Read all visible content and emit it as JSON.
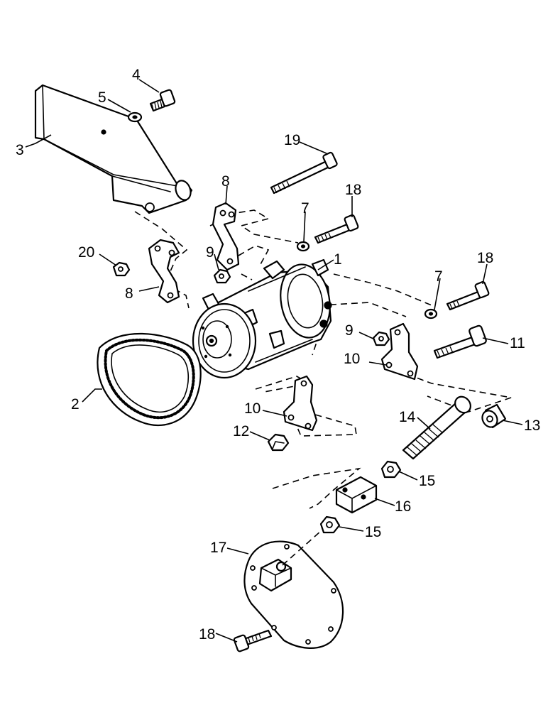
{
  "callouts": {
    "c1": "1",
    "c2": "2",
    "c3": "3",
    "c4": "4",
    "c5": "5",
    "c7a": "7",
    "c7b": "7",
    "c8a": "8",
    "c8b": "8",
    "c9a": "9",
    "c9b": "9",
    "c10a": "10",
    "c10b": "10",
    "c11": "11",
    "c12": "12",
    "c13": "13",
    "c14": "14",
    "c15a": "15",
    "c15b": "15",
    "c16": "16",
    "c17": "17",
    "c18a": "18",
    "c18b": "18",
    "c18c": "18",
    "c19": "19",
    "c20": "20"
  }
}
